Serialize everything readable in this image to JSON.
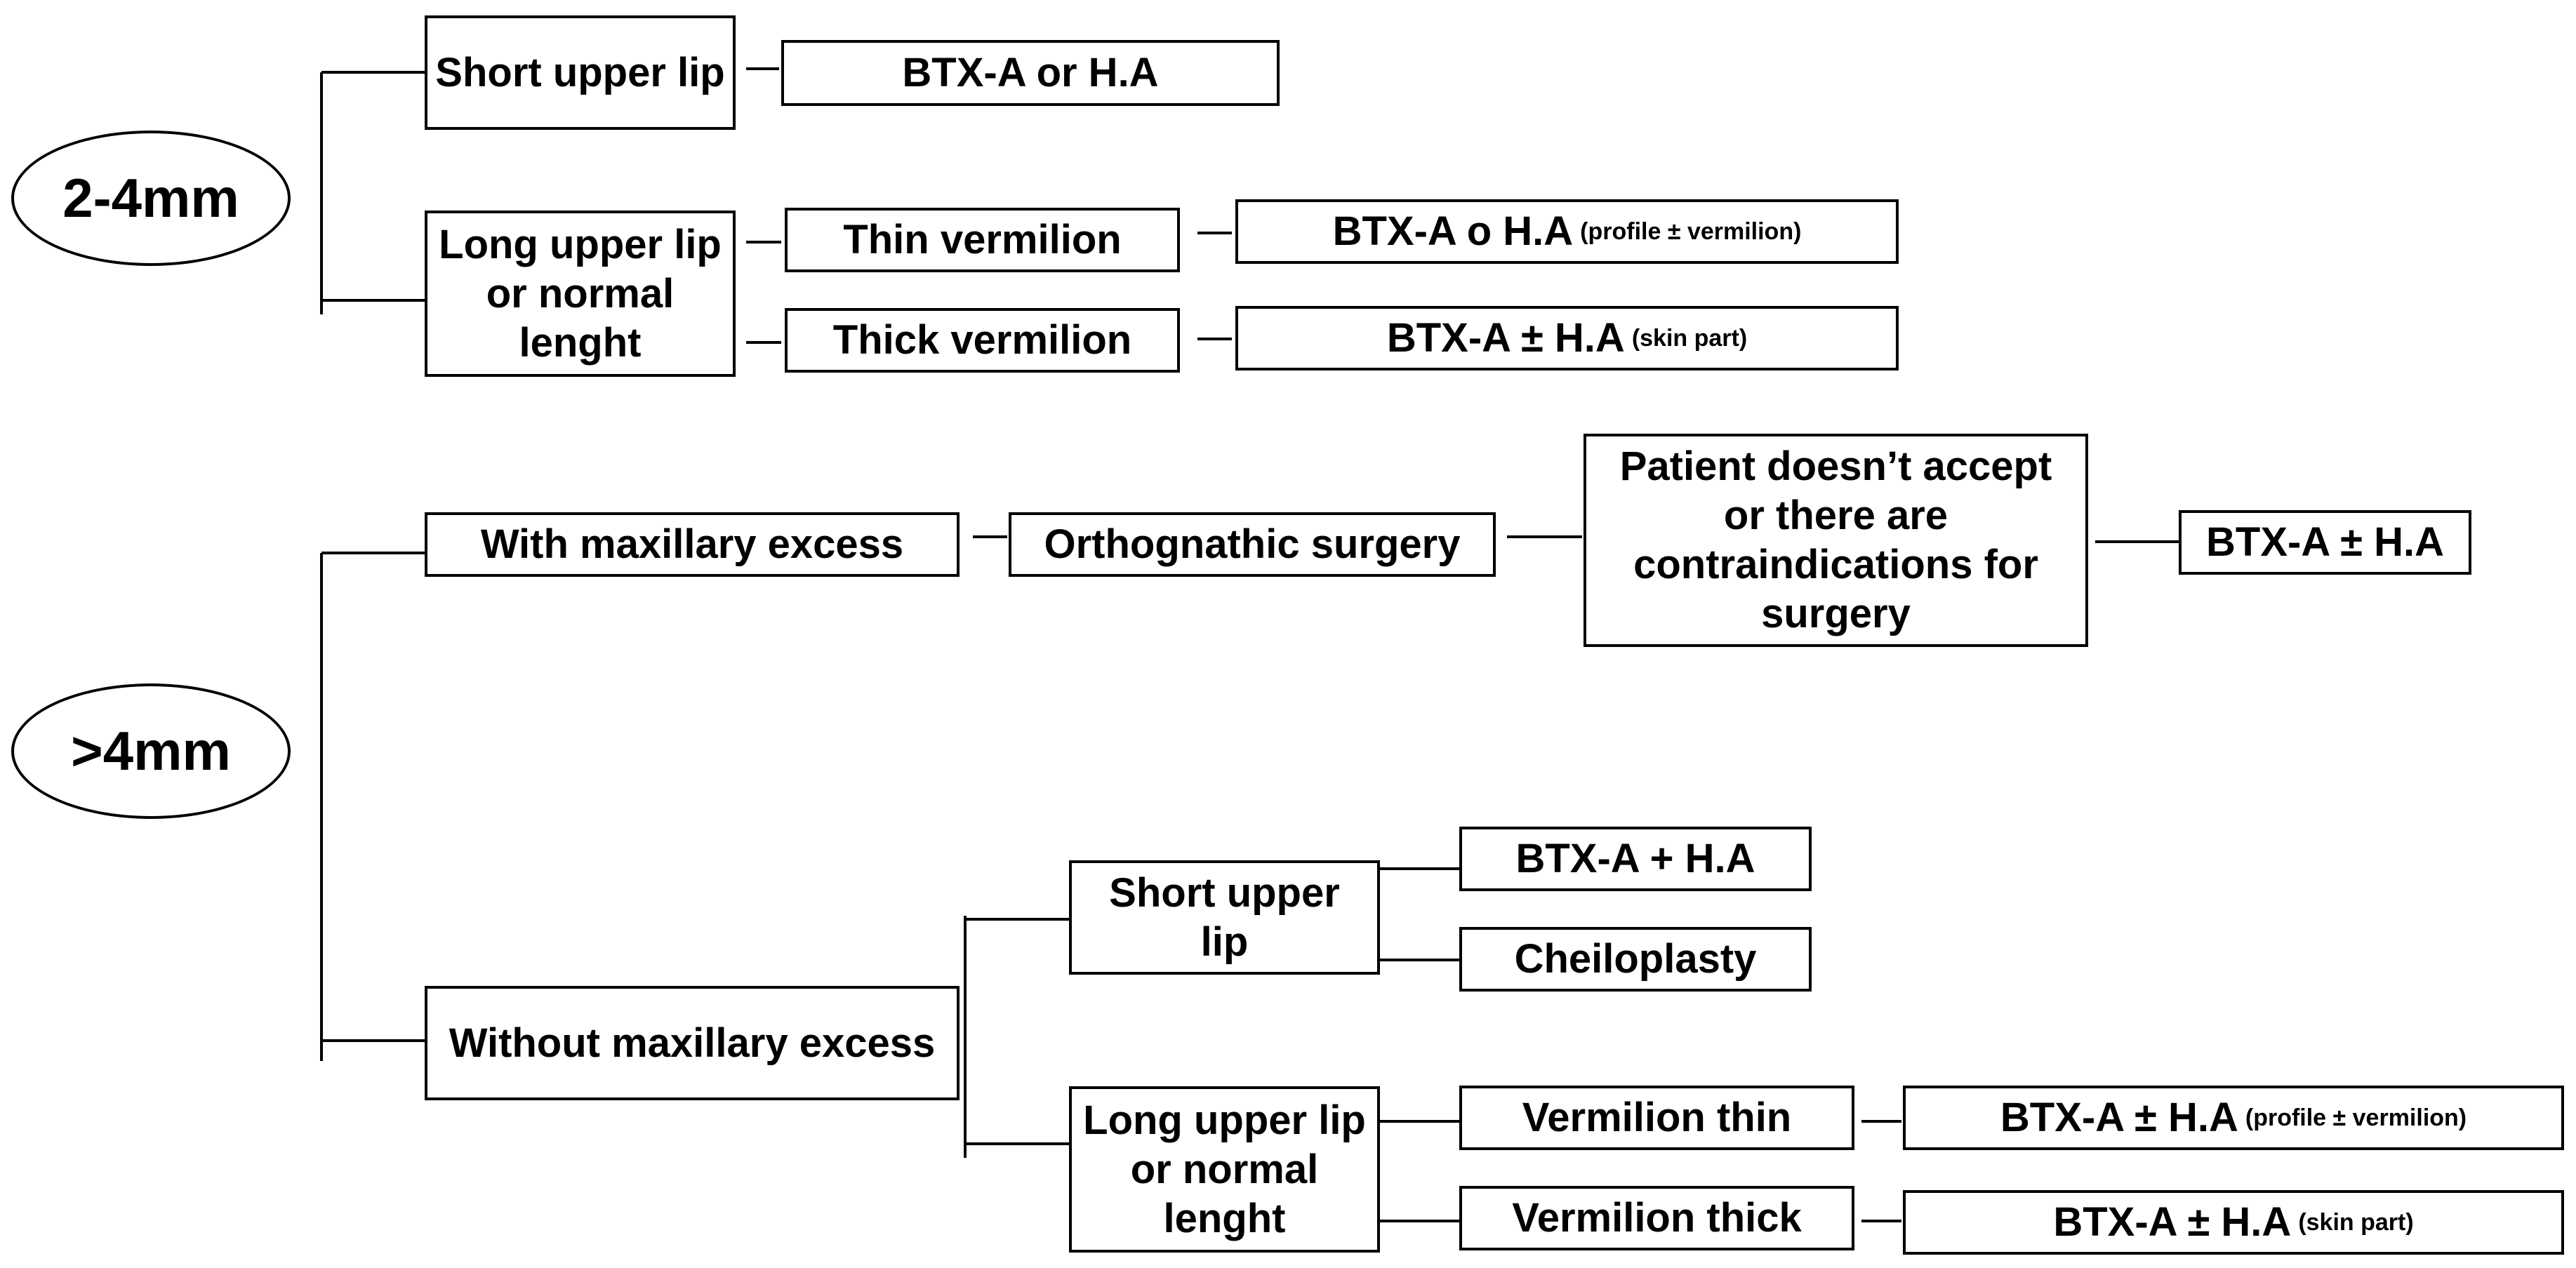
{
  "groups": [
    {
      "range": "2-4mm",
      "short_upper_lip": {
        "label": "Short upper lip",
        "treatment": "BTX-A or H.A"
      },
      "long_upper_lip": {
        "label": "Long upper lip or normal lenght",
        "thin_vermilion": {
          "label": "Thin vermilion",
          "treatment": "BTX-A o H.A",
          "note": "(profile ± vermilion)"
        },
        "thick_vermilion": {
          "label": "Thick vermilion",
          "treatment": "BTX-A ± H.A",
          "note": "(skin part)"
        }
      }
    },
    {
      "range": ">4mm",
      "with_maxillary_excess": {
        "label": "With maxillary excess",
        "surgery": "Orthognathic surgery",
        "contraindication": "Patient doesn’t accept or there are contraindications for surgery",
        "treatment": "BTX-A ± H.A"
      },
      "without_maxillary_excess": {
        "label": "Without maxillary excess",
        "short_upper_lip": {
          "label": "Short upper lip",
          "options": [
            "BTX-A + H.A",
            "Cheiloplasty"
          ]
        },
        "long_upper_lip": {
          "label": "Long upper lip or normal lenght",
          "vermilion_thin": {
            "label": "Vermilion thin",
            "treatment": "BTX-A ± H.A",
            "note": "(profile ± vermilion)"
          },
          "vermilion_thick": {
            "label": "Vermilion thick",
            "treatment": "BTX-A ± H.A",
            "note": "(skin part)"
          }
        }
      }
    }
  ]
}
